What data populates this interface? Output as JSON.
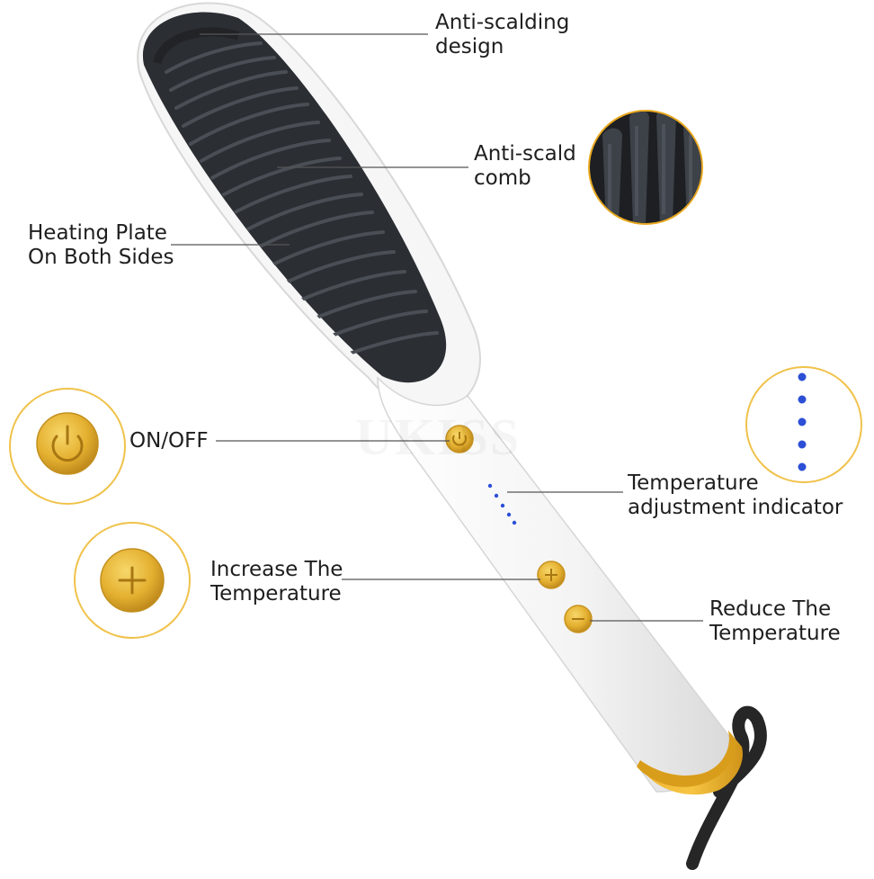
{
  "colors": {
    "accent_gold": "#e9b72b",
    "brush_black": "#2b2e33",
    "handle_white": "#f7f7f7",
    "indicator_blue": "#2c4fd6",
    "circle_ring": "#f0c24a"
  },
  "watermark": "UKISS",
  "labels": {
    "anti_scalding_design": [
      "Anti-scalding",
      "design"
    ],
    "anti_scald_comb": [
      "Anti-scald",
      "comb"
    ],
    "heating_plate": [
      "Heating Plate",
      "On Both Sides"
    ],
    "on_off": [
      "ON/OFF"
    ],
    "temp_indicator": [
      "Temperature",
      "adjustment indicator"
    ],
    "increase_temp": [
      "Increase The",
      "Temperature"
    ],
    "reduce_temp": [
      "Reduce The",
      "Temperature"
    ]
  },
  "icons": {
    "power": "power-icon",
    "plus": "plus-icon",
    "minus": "minus-icon"
  }
}
